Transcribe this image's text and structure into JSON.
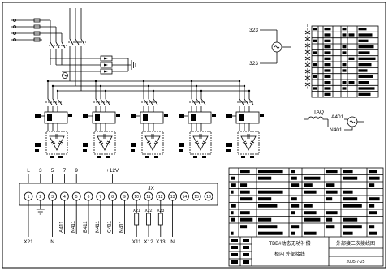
{
  "drawing": {
    "line_color": "#000000",
    "background_color": "#ffffff",
    "ct": {
      "top_label": "323",
      "bottom_label": "323"
    },
    "ta": {
      "name": "TAQ",
      "phase_label": "A401",
      "neutral_label": "N401"
    },
    "terminal_block": {
      "name": "JX",
      "top_labels": [
        "L",
        "3",
        "5",
        "7",
        "9"
      ],
      "supply_label": "+12V",
      "terminal_numbers": [
        "1",
        "2",
        "3",
        "4",
        "5",
        "6",
        "7",
        "8",
        "9",
        "10",
        "11",
        "12",
        "13",
        "14",
        "15",
        "16"
      ],
      "wire_labels": [
        "A411",
        "N411",
        "B411",
        "N411",
        "C411",
        "N411"
      ],
      "resistor_labels": [
        "X21",
        "X22",
        "X23"
      ],
      "bottom_labels": [
        "X21",
        "N",
        "X11",
        "X12",
        "X13",
        "N"
      ]
    },
    "title_block": {
      "title_line1": "TBB#动态无功补偿",
      "title_line2": "柜内 外部接线",
      "drawing_name": "外部接二次接线图",
      "date": "2005-7-25"
    }
  }
}
